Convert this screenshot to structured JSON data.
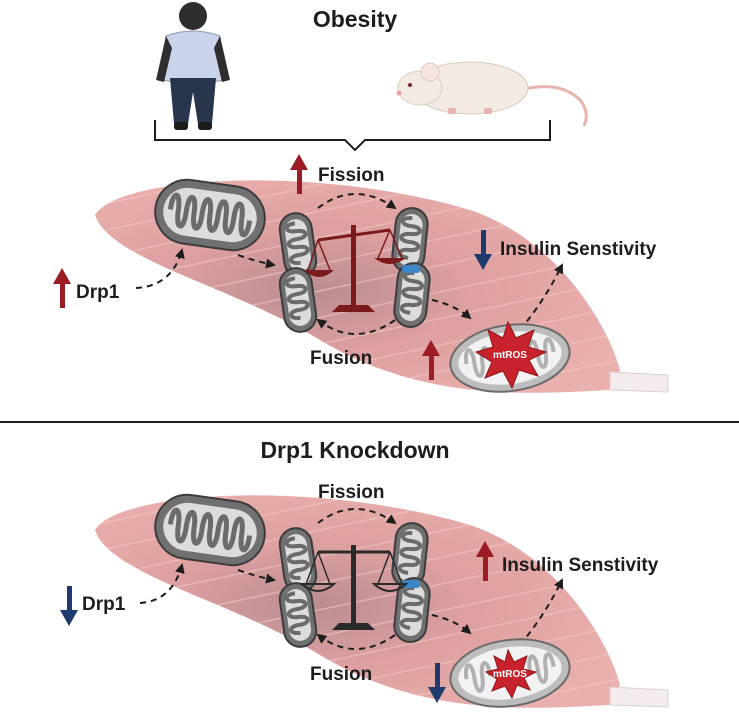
{
  "top_panel": {
    "title": "Obesity",
    "fission_label": "Fission",
    "fusion_label": "Fusion",
    "drp1_label": "Drp1",
    "insulin_label": "Insulin Senstivity",
    "mtros_label": "mtROS"
  },
  "bottom_panel": {
    "title": "Drp1 Knockdown",
    "fission_label": "Fission",
    "fusion_label": "Fusion",
    "drp1_label": "Drp1",
    "insulin_label": "Insulin Senstivity",
    "mtros_label": "mtROS"
  },
  "colors": {
    "up_arrow": "#9b1c24",
    "down_arrow": "#1f3a6e",
    "muscle": "#e8a3a3",
    "mitochondria": "#6f6f6f",
    "ros_burst": "#c8232c"
  },
  "icons": [
    "human-icon",
    "mouse-icon",
    "balance-scale-icon",
    "mitochondria-icon",
    "ros-burst-icon"
  ]
}
